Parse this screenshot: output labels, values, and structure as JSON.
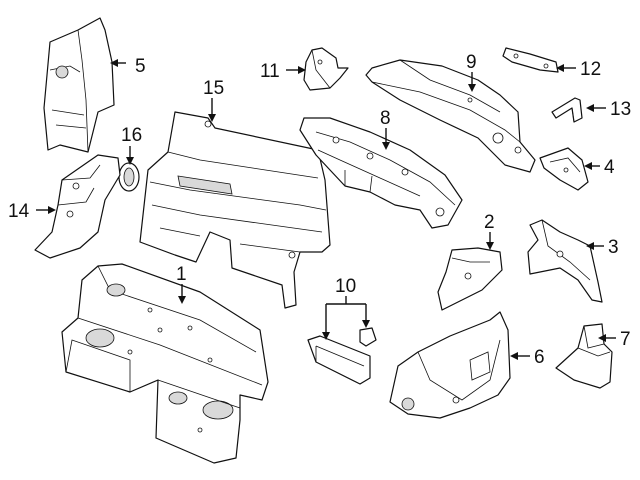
{
  "callouts": {
    "c1": "1",
    "c2": "2",
    "c3": "3",
    "c4": "4",
    "c5": "5",
    "c6": "6",
    "c7": "7",
    "c8": "8",
    "c9": "9",
    "c10": "10",
    "c11": "11",
    "c12": "12",
    "c13": "13",
    "c14": "14",
    "c15": "15",
    "c16": "16"
  },
  "colors": {
    "ink": "#111111",
    "paper": "#ffffff",
    "shade": "#d9d9d9"
  }
}
